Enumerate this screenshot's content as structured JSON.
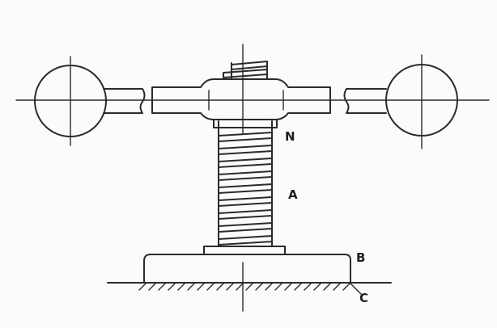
{
  "labels": {
    "n": "N",
    "a": "A",
    "b": "B",
    "c": "C"
  },
  "colors": {
    "ink": "#2b2b2b",
    "paper": "#fbfbfa"
  }
}
